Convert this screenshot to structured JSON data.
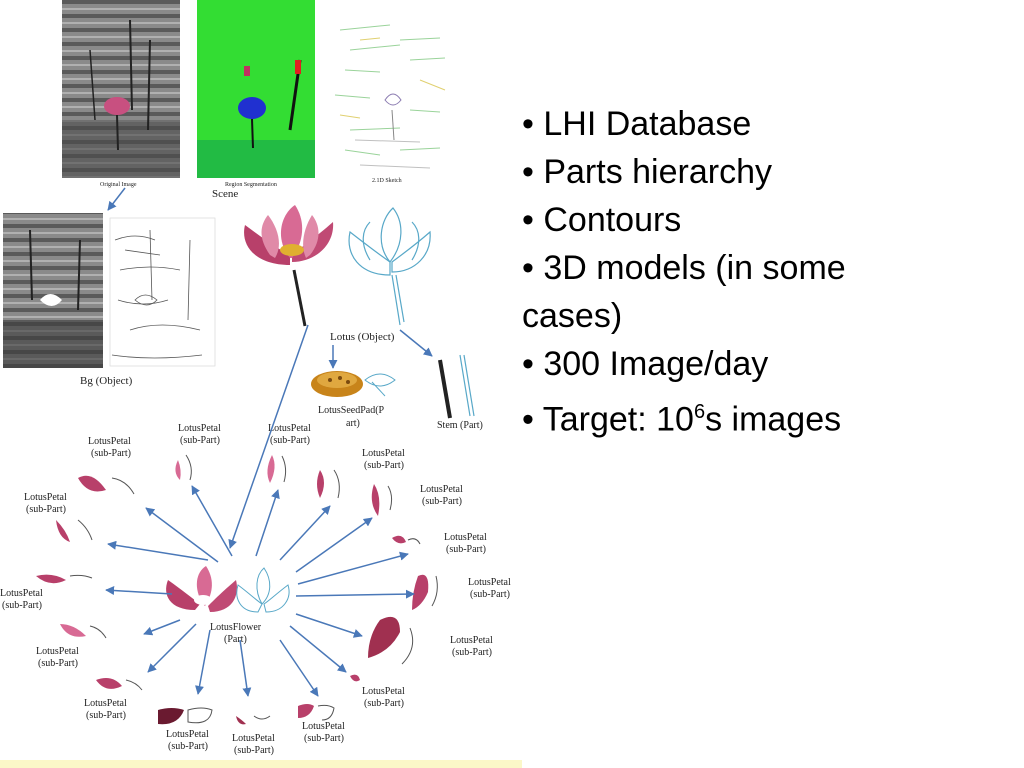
{
  "bullets": [
    "• LHI Database",
    "• Parts hierarchy",
    "• Contours",
    "• 3D models (in some cases)",
    "• 300 Image/day"
  ],
  "bullet_target": {
    "prefix": "• Target: 10",
    "sup": "6",
    "suffix": "s images"
  },
  "captions": {
    "original_image": "Original Image",
    "region_segmentation": "Region Segmentation",
    "sketch": "2.1D Sketch",
    "scene": "Scene",
    "bg_object": "Bg (Object)",
    "lotus_object": "Lotus (Object)",
    "seedpad_line1": "LotusSeedPad(P",
    "seedpad_line2": "art)",
    "stem_part": "Stem (Part)",
    "flower_line1": "LotusFlower",
    "flower_line2": "(Part)"
  },
  "petal_label": {
    "line1": "LotusPetal",
    "line2": "(sub-Part)"
  },
  "colors": {
    "arrow": "#4a78b8",
    "petal": "#b8406a",
    "segmentation_green": "#33dd33",
    "segment_blue": "#2030d0",
    "sketch_cyan": "#58a8c8",
    "seedpad": "#c8841a"
  }
}
